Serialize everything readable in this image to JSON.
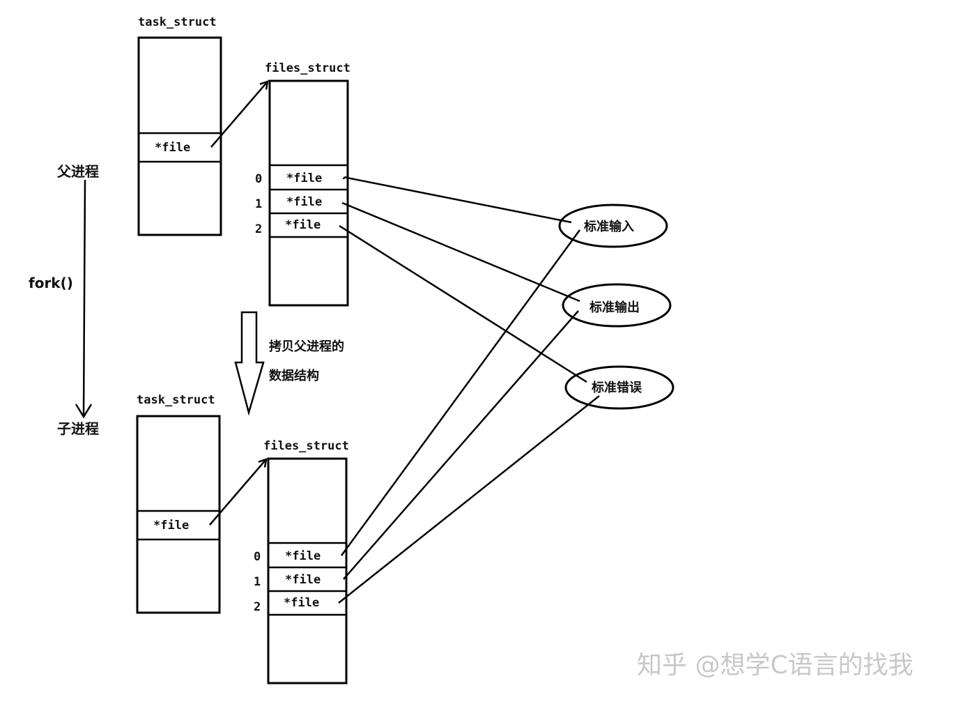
{
  "diagram": {
    "left_axis": {
      "parent_label": "父进程",
      "fork_label": "fork()",
      "child_label": "子进程"
    },
    "copy_note": {
      "line1": "拷贝父进程的",
      "line2": "数据结构"
    },
    "parent": {
      "task_struct": {
        "title": "task_struct",
        "field": "*file"
      },
      "files_struct": {
        "title": "files_struct",
        "entries": [
          {
            "index": "0",
            "label": "*file"
          },
          {
            "index": "1",
            "label": "*file"
          },
          {
            "index": "2",
            "label": "*file"
          }
        ]
      }
    },
    "child": {
      "task_struct": {
        "title": "task_struct",
        "field": "*file"
      },
      "files_struct": {
        "title": "files_struct",
        "entries": [
          {
            "index": "0",
            "label": "*file"
          },
          {
            "index": "1",
            "label": "*file"
          },
          {
            "index": "2",
            "label": "*file"
          }
        ]
      }
    },
    "streams": [
      {
        "label": "标准输入"
      },
      {
        "label": "标准输出"
      },
      {
        "label": "标准错误"
      }
    ],
    "watermark": "知乎 @想学C语言的找我"
  }
}
